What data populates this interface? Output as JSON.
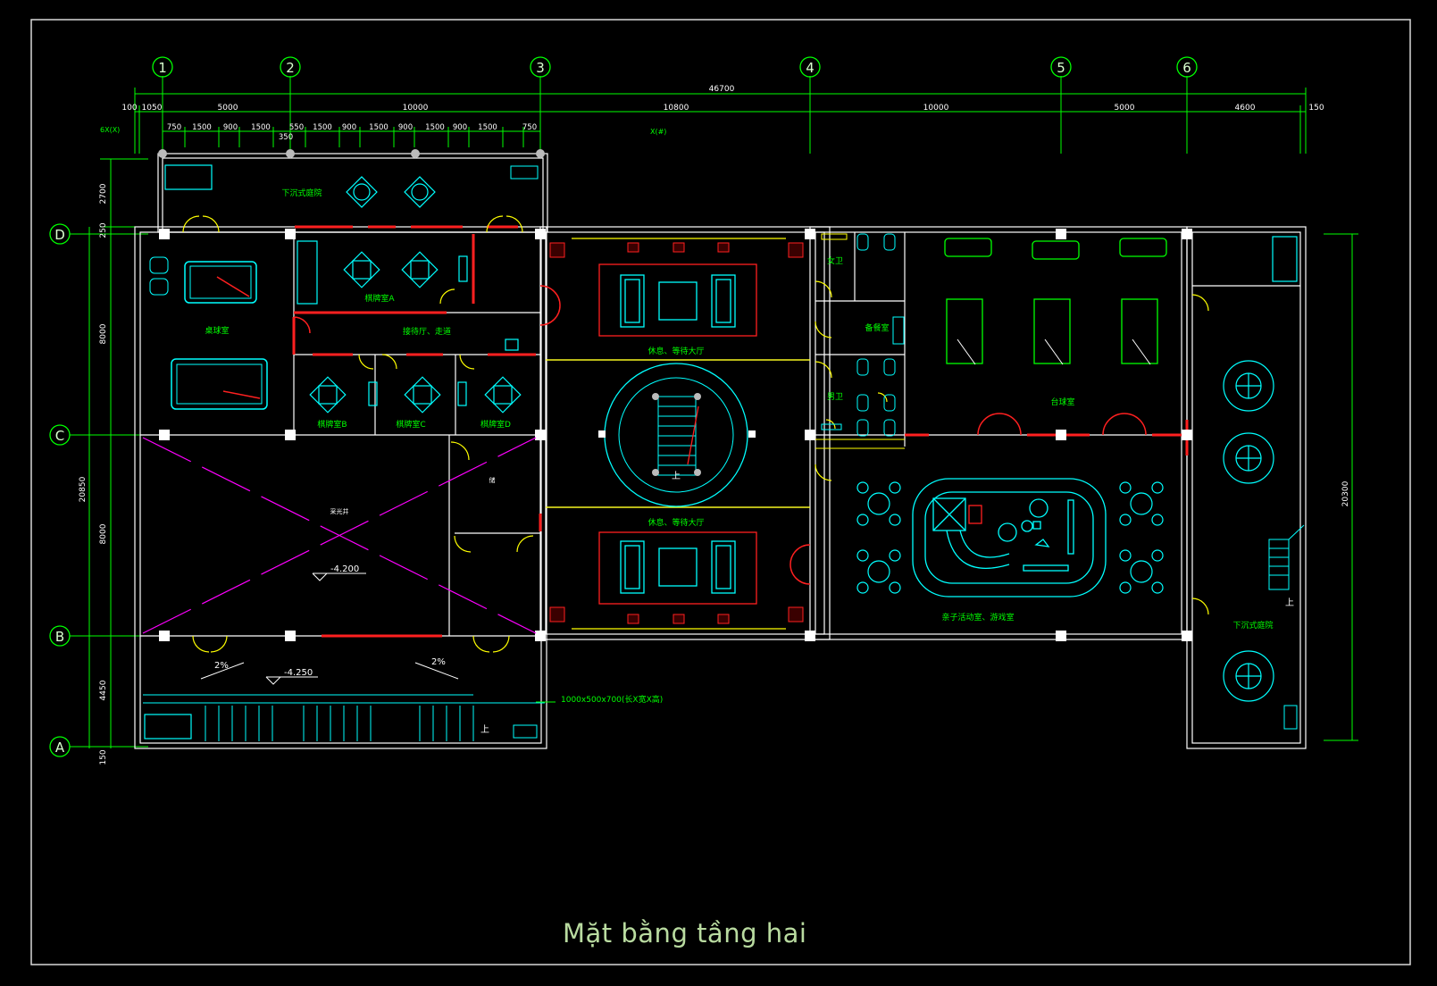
{
  "caption": "Mặt bằng tầng hai",
  "colors": {
    "background": "#000000",
    "frame": "#d9d9d9",
    "dimension": "#00ff00",
    "wall": "#ffffff",
    "door": "#ffff00",
    "furniture": "#00ffff",
    "accent": "#ff2020",
    "diagonal": "#ff00ff",
    "caption": "#b9dba0"
  },
  "grid_axes": {
    "columns": [
      "1",
      "2",
      "3",
      "4",
      "5",
      "6"
    ],
    "rows": [
      "D",
      "C",
      "B",
      "A"
    ]
  },
  "dimensions": {
    "overall_width": "46700",
    "top_spans": [
      "100",
      "1050",
      "5000",
      "10000",
      "10800",
      "10000",
      "5000",
      "4600",
      "150"
    ],
    "sub_spans": [
      "750",
      "1500",
      "900",
      "1500",
      "550",
      "1500",
      "900",
      "1500",
      "900",
      "1500",
      "900",
      "1500",
      "750"
    ],
    "sub_notes": [
      "350",
      "6X(X)",
      "X(#)"
    ],
    "left_spans": [
      "2700",
      "250",
      "8000",
      "20850",
      "8000",
      "4450",
      "150"
    ],
    "right_span": "20300"
  },
  "room_labels": {
    "sunken_top": "下沉式庭院",
    "billiards": "桌球室",
    "chess_a": "棋牌室A",
    "reception": "接待厅、走道",
    "chess_b": "棋牌室B",
    "chess_c": "棋牌室C",
    "chess_d": "棋牌室D",
    "female_wc": "女卫",
    "male_wc": "男卫",
    "storage": "备餐室",
    "lounge_top": "休息、等待大厅",
    "lounge_bottom": "休息、等待大厅",
    "table_tennis": "台球室",
    "kids": "亲子活动室、游戏室",
    "sunken_right": "下沉式庭院",
    "void": "采光井",
    "small_store": "储"
  },
  "levels": {
    "void_level": "-4.200",
    "court_level": "-4.250",
    "slope_left": "2%",
    "slope_right": "2%"
  },
  "stair_up": "上",
  "note": "1000x500x700(长X宽X高)"
}
